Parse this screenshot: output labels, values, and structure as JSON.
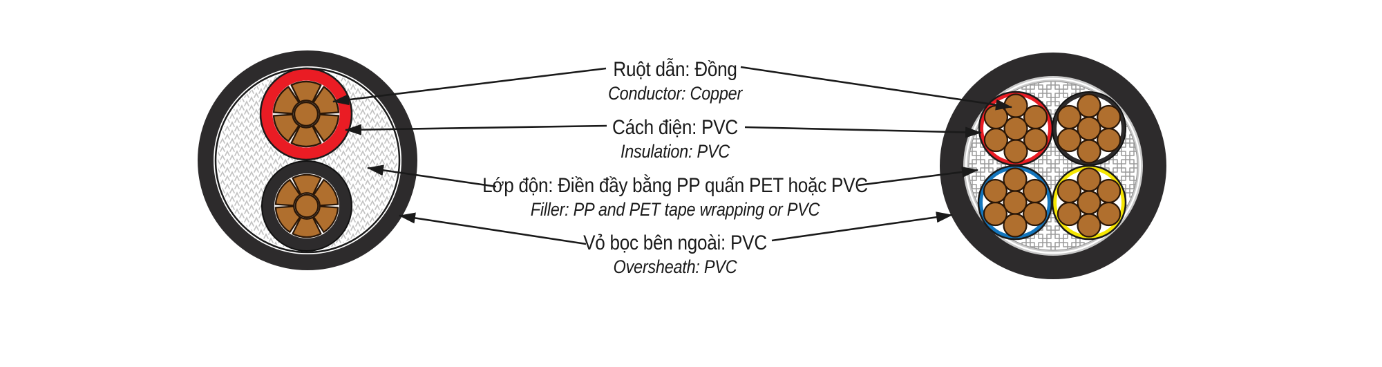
{
  "title": "Cable cross-section construction diagram",
  "labels": [
    {
      "vi": "Ruột dẫn: Đồng",
      "en": "Conductor: Copper"
    },
    {
      "vi": "Cách điện: PVC",
      "en": "Insulation: PVC"
    },
    {
      "vi": "Lớp độn: Điền đầy bằng PP quấn PET hoặc PVC",
      "en": "Filler: PP and PET tape wrapping or PVC"
    },
    {
      "vi": "Vỏ bọc bên ngoài: PVC",
      "en": "Oversheath: PVC"
    }
  ],
  "colors": {
    "sheath": "#2d2b2c",
    "copper": "#b06f2e",
    "red": "#ea1c24",
    "blue": "#1476bd",
    "yellow": "#f5e602",
    "tape": "#c9c9c9",
    "pattern_left": "#c3c3c3",
    "pattern_right": "#9a9a9a",
    "ink": "#1a1a1a"
  },
  "cables": {
    "left": {
      "cores": "2",
      "core_colors": [
        "red",
        "black"
      ]
    },
    "right": {
      "cores": "4",
      "core_colors": [
        "red",
        "black",
        "blue",
        "yellow"
      ]
    }
  }
}
